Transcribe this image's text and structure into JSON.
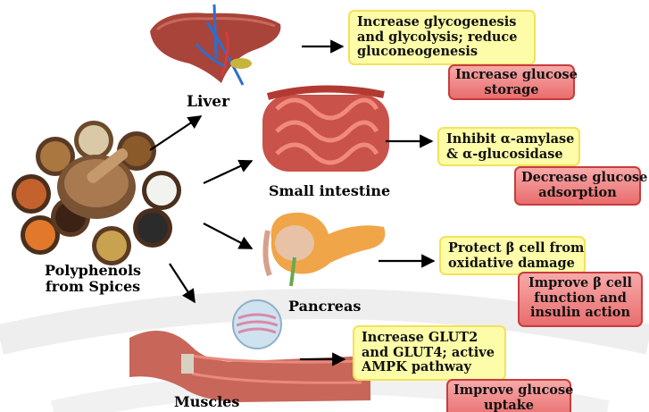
{
  "colors": {
    "effect_fill": "#fdfca8",
    "effect_border": "#f2e25a",
    "outcome_fill": "#ee7b7b",
    "outcome_border": "#c83c3c",
    "arrow": "#000000"
  },
  "source": {
    "label_lines": [
      "Polyphenols",
      "from Spices"
    ]
  },
  "organs": [
    {
      "id": "liver",
      "label": "Liver",
      "icon": "liver-icon",
      "effect_lines": [
        "Increase glycogenesis",
        "and glycolysis; reduce",
        "gluconeogenesis"
      ],
      "outcome_lines": [
        "Increase glucose",
        "storage"
      ]
    },
    {
      "id": "small-intestine",
      "label": "Small intestine",
      "icon": "intestine-icon",
      "effect_lines": [
        "Inhibit α-amylase",
        "& α-glucosidase"
      ],
      "outcome_lines": [
        "Decrease glucose",
        "adsorption"
      ]
    },
    {
      "id": "pancreas",
      "label": "Pancreas",
      "icon": "pancreas-icon",
      "effect_lines": [
        "Protect β cell from",
        "oxidative damage"
      ],
      "outcome_lines": [
        "Improve β cell",
        "function and",
        "insulin action"
      ]
    },
    {
      "id": "muscles",
      "label": "Muscles",
      "icon": "muscle-icon",
      "effect_lines": [
        "Increase GLUT2",
        "and GLUT4; active",
        "AMPK pathway"
      ],
      "outcome_lines": [
        "Improve glucose",
        "uptake"
      ]
    }
  ]
}
